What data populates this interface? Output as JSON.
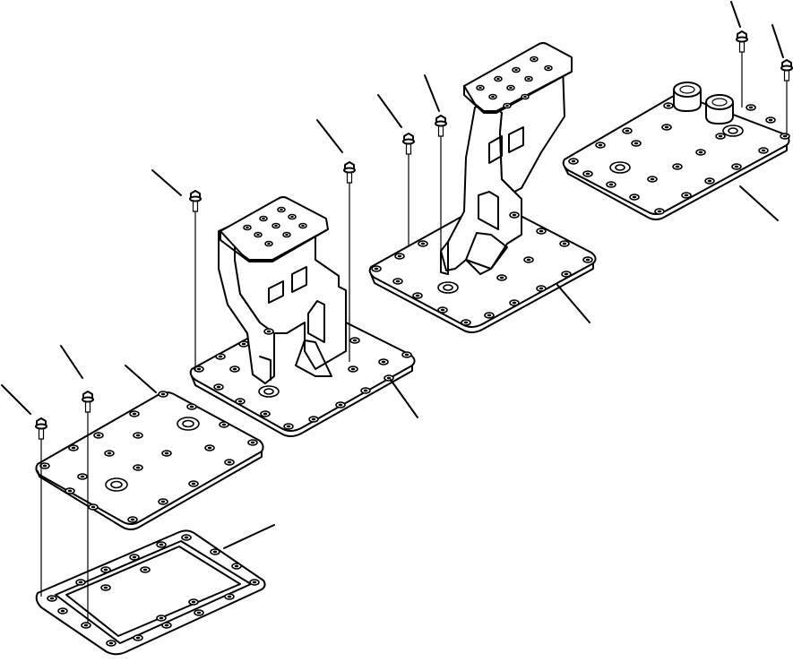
{
  "diagram": {
    "colors": {
      "ink": "#000000",
      "background": "#ffffff"
    },
    "parts": [
      {
        "name": "gasket"
      },
      {
        "name": "cover-plate-plain"
      },
      {
        "name": "cover-plate-with-bracket-left"
      },
      {
        "name": "cover-plate-with-bracket-right"
      },
      {
        "name": "cover-plate-with-caps"
      },
      {
        "name": "bolt"
      }
    ]
  }
}
